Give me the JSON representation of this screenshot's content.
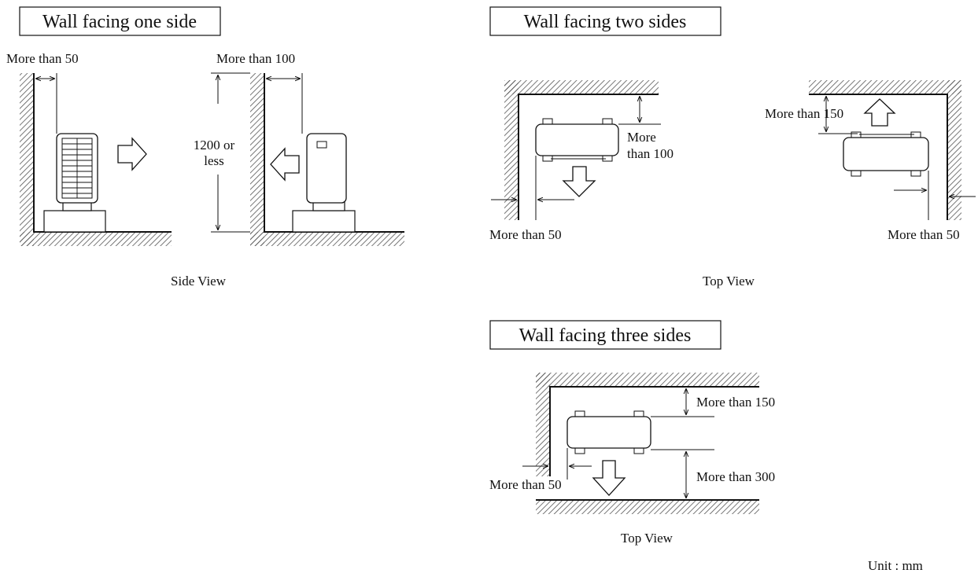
{
  "sections": {
    "one_side": {
      "title": "Wall facing one side",
      "label_50": "More than 50",
      "label_100": "More than 100",
      "height_line1": "1200 or",
      "height_line2": "less",
      "view": "Side View"
    },
    "two_sides": {
      "title": "Wall facing two sides",
      "left_more": "More",
      "left_than100": "than 100",
      "left_50": "More than 50",
      "right_150": "More than 150",
      "right_50": "More than 50",
      "view": "Top View"
    },
    "three_sides": {
      "title": "Wall facing three sides",
      "label_150": "More than 150",
      "label_300": "More than 300",
      "label_50": "More than 50",
      "view": "Top View"
    }
  },
  "unit": "Unit : mm",
  "colors": {
    "line": "#111111",
    "hatch": "#555555",
    "background": "#ffffff"
  }
}
